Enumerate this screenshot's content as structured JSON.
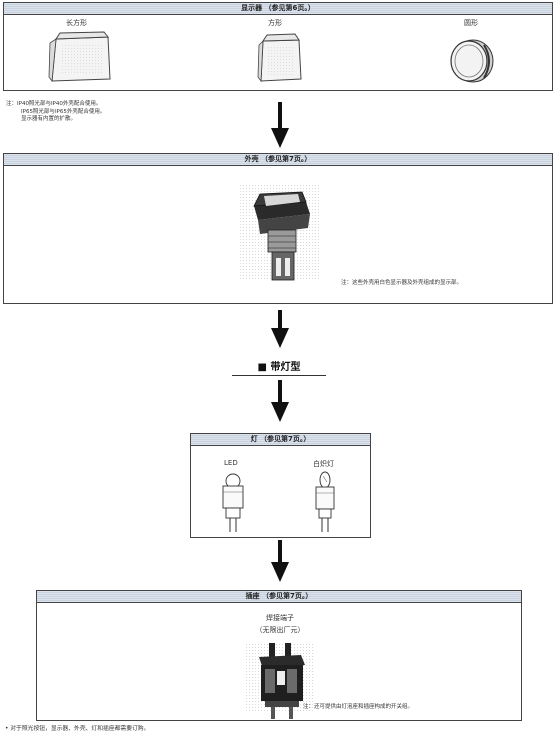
{
  "display_panel": {
    "header": "显示器 （参见第6页。）",
    "shapes": [
      "长方形",
      "方形",
      "圆形"
    ]
  },
  "display_notes": [
    "注：IP40照光部与IP40外壳配合使用。",
    "IP65照光部与IP65外壳配合使用。",
    "显示器有内置的扩散。"
  ],
  "housing_panel": {
    "header": "外壳 （参见第7页。）",
    "note": "注：这些外壳用白色显示器及外壳组成的显示部。"
  },
  "lamp_type_title": "■ 带灯型",
  "lamp_panel": {
    "header": "灯 （参见第7页。）",
    "items": [
      "LED",
      "白炽灯"
    ]
  },
  "socket_panel": {
    "header": "插座 （参见第7页。）",
    "title_line1": "焊接端子",
    "title_line2": "（无限出厂元）",
    "note": "注：还可提供由灯泡座和插座构成的开关组。"
  },
  "footer_note": "• 对于照光按钮，显示器、外壳、灯和插座都需要订购。"
}
